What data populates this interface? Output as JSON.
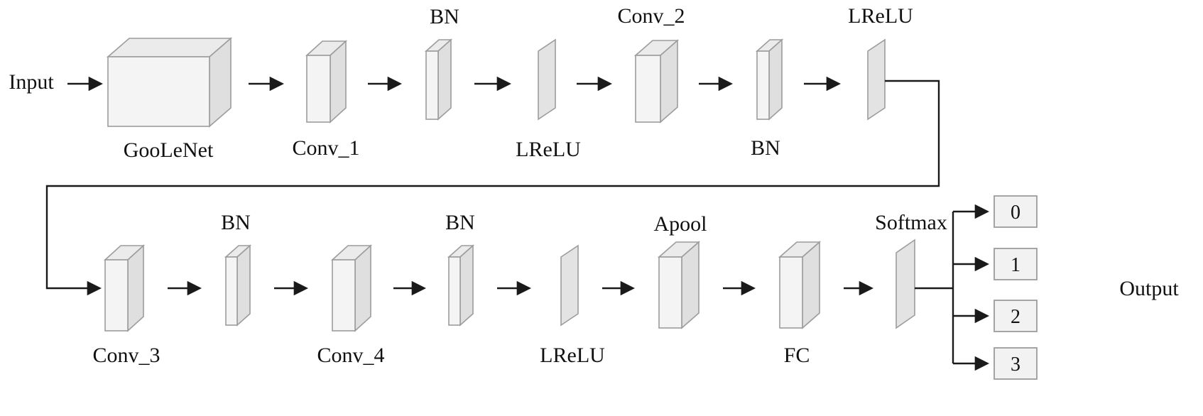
{
  "diagram": {
    "input_label": "Input",
    "output_label": "Output",
    "nodes": {
      "googlenet": "GooLeNet",
      "conv_1": "Conv_1",
      "bn_1": "BN",
      "lrelu_1": "LReLU",
      "conv_2": "Conv_2",
      "bn_2": "BN",
      "lrelu_2": "LReLU",
      "conv_3": "Conv_3",
      "bn_3": "BN",
      "conv_4": "Conv_4",
      "bn_4": "BN",
      "lrelu_3": "LReLU",
      "apool": "Apool",
      "fc": "FC",
      "softmax": "Softmax"
    },
    "output_classes": [
      "0",
      "1",
      "2",
      "3"
    ],
    "colors": {
      "block_front": "#f4f4f4",
      "block_top": "#ebebeb",
      "block_side": "#dfdfdf",
      "plate": "#e3e3e3",
      "stroke": "#9c9c9c",
      "line": "#1a1a1a",
      "background": "#ffffff"
    }
  }
}
